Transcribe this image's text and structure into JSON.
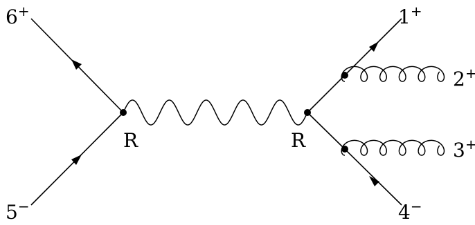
{
  "diagram": {
    "particles": {
      "p6": {
        "num": "6",
        "sign": "+"
      },
      "p5": {
        "num": "5",
        "sign": "−"
      },
      "p1": {
        "num": "1",
        "sign": "+"
      },
      "p2": {
        "num": "2",
        "sign": "+"
      },
      "p3": {
        "num": "3",
        "sign": "+"
      },
      "p4": {
        "num": "4",
        "sign": "−"
      }
    },
    "vertex_labels": {
      "left": "R",
      "right": "R"
    }
  }
}
